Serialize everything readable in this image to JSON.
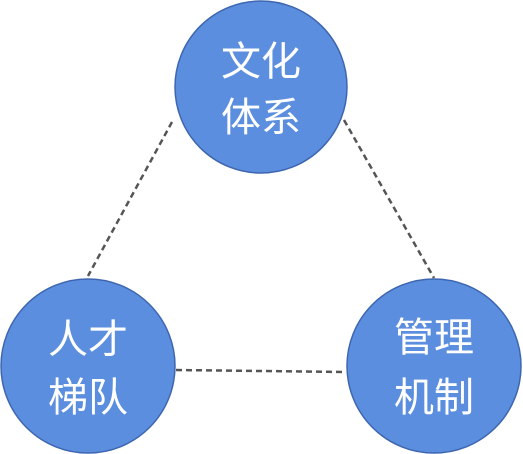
{
  "nodes": {
    "culture": {
      "line1": "文化",
      "line2": "体系"
    },
    "talent": {
      "line1": "人才",
      "line2": "梯队"
    },
    "management": {
      "line1": "管理",
      "line2": "机制"
    }
  },
  "colors": {
    "node_fill": "#5b8ede",
    "node_stroke": "#3e66b0",
    "connector": "#555555",
    "label": "#ffffff"
  }
}
